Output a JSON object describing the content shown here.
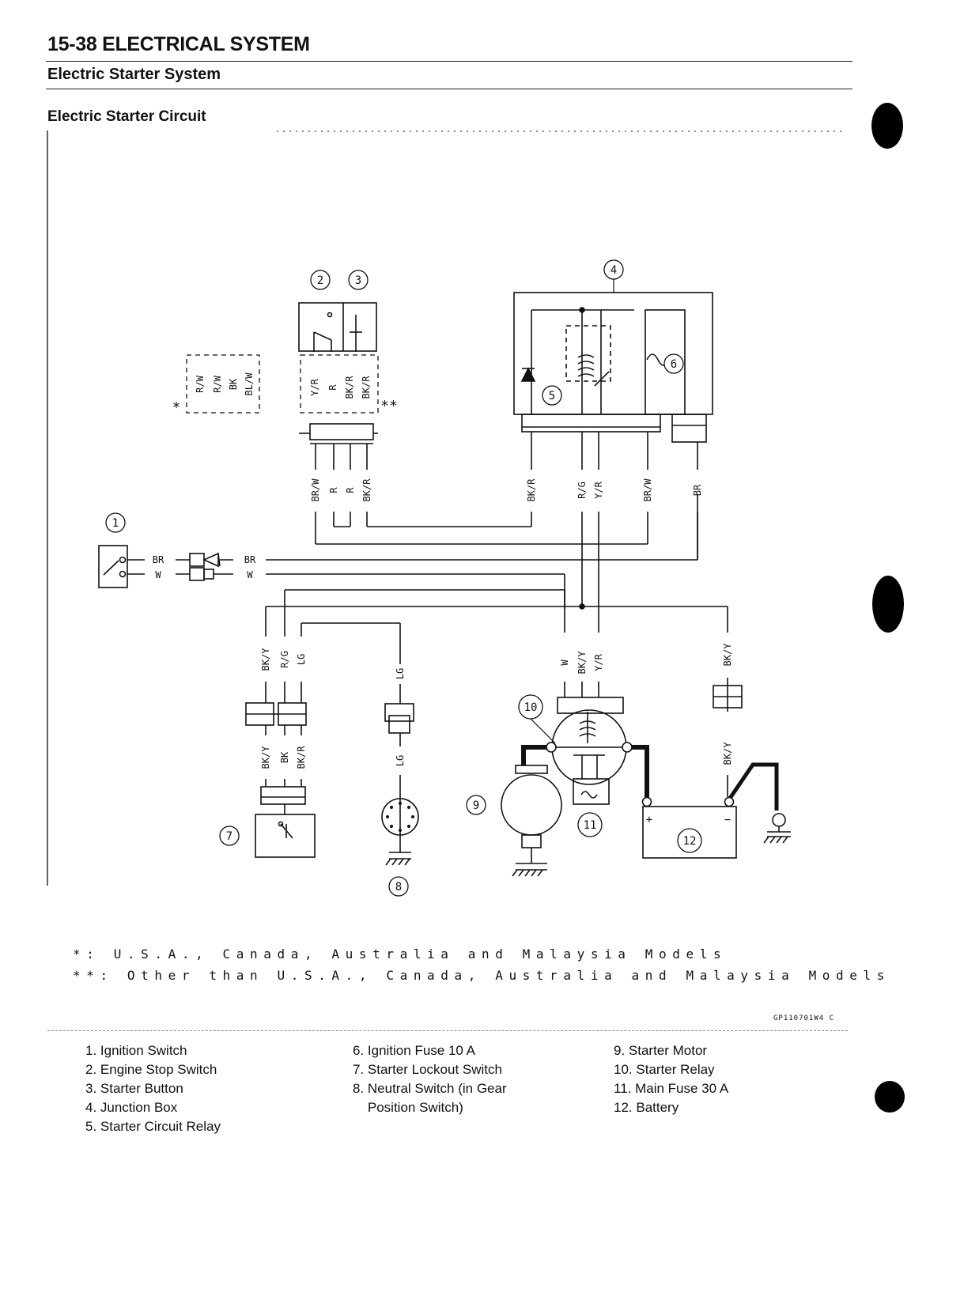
{
  "header": {
    "title": "15-38 ELECTRICAL SYSTEM",
    "subtitle": "Electric Starter System"
  },
  "section_title": "Electric Starter Circuit",
  "callouts": [
    "1",
    "2",
    "3",
    "4",
    "5",
    "6",
    "7",
    "8",
    "9",
    "10",
    "11",
    "12"
  ],
  "wire_colors": {
    "r_w": "R/W",
    "bk": "BK",
    "bl_w": "BL/W",
    "y_r": "Y/R",
    "r": "R",
    "bk_r": "BK/R",
    "br_w": "BR/W",
    "r_g": "R/G",
    "br": "BR",
    "w": "W",
    "bk_y": "BK/Y",
    "lg": "LG"
  },
  "markers": {
    "star": "*",
    "double_star": "**",
    "plus": "+",
    "minus": "−"
  },
  "notes": [
    "*: U.S.A., Canada, Australia and Malaysia Models",
    "**: Other than U.S.A., Canada, Australia and Malaysia Models"
  ],
  "figure_code": "GP110701W4 C",
  "legend": {
    "col1": [
      "1. Ignition Switch",
      "2. Engine Stop Switch",
      "3. Starter Button",
      "4. Junction Box",
      "5. Starter Circuit Relay"
    ],
    "col2": [
      "6. Ignition Fuse 10 A",
      "7. Starter Lockout Switch",
      "8. Neutral Switch (in Gear",
      "    Position Switch)"
    ],
    "col3": [
      "9. Starter Motor",
      "10. Starter Relay",
      "11. Main Fuse 30 A",
      "12. Battery"
    ]
  }
}
